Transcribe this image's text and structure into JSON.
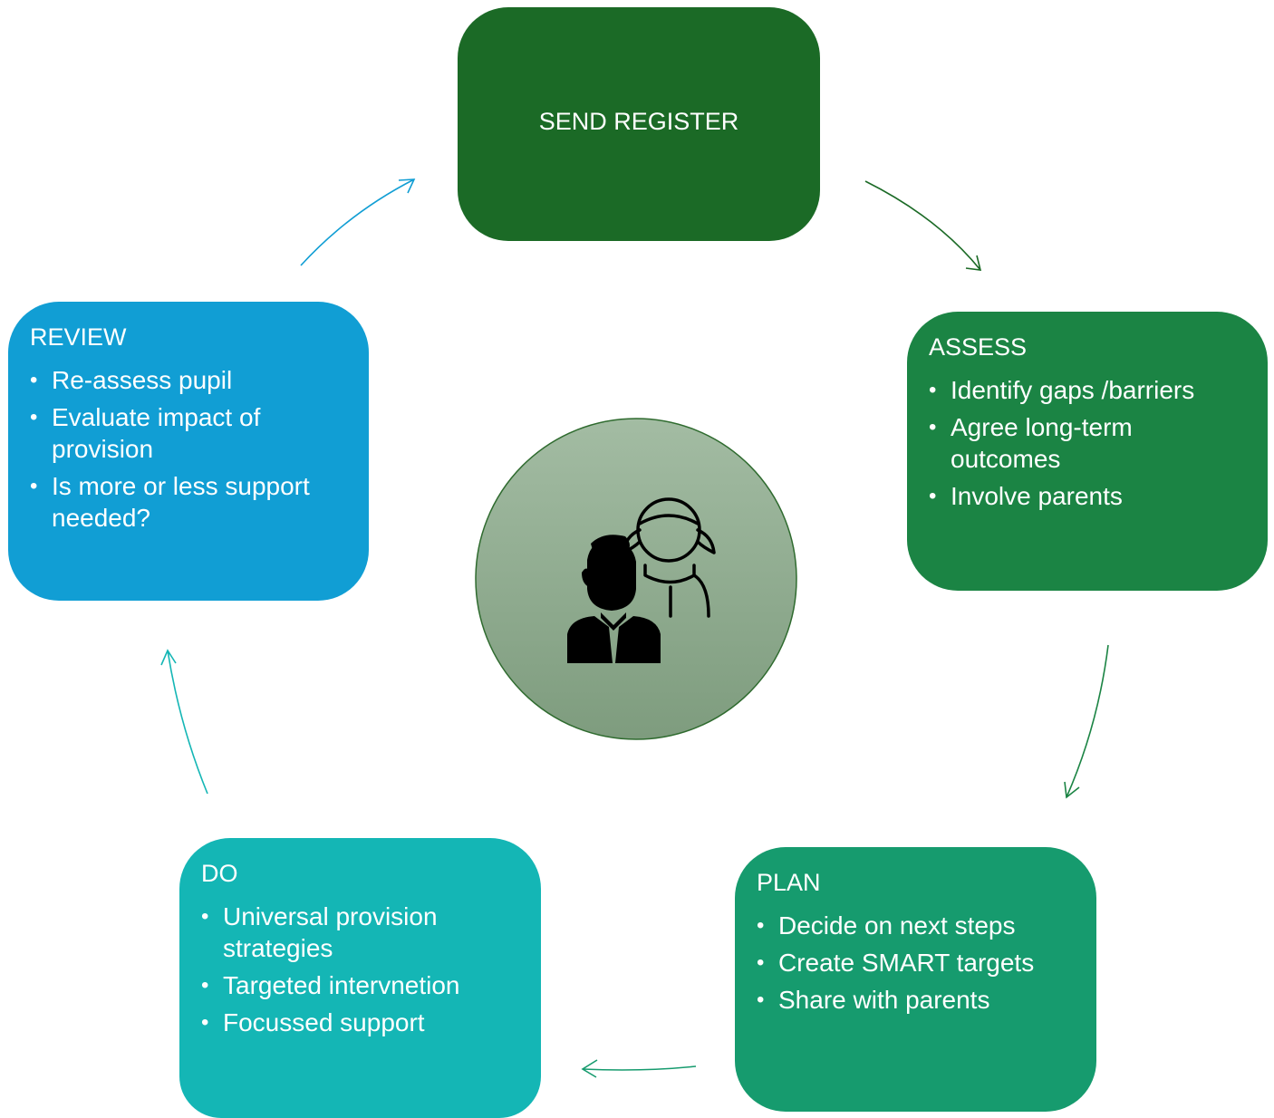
{
  "send": {
    "title": "SEND REGISTER"
  },
  "assess": {
    "title": "ASSESS",
    "items": [
      "Identify gaps /barriers",
      "Agree long-term outcomes",
      "Involve parents"
    ]
  },
  "plan": {
    "title": "PLAN",
    "items": [
      "Decide on next steps",
      "Create SMART targets",
      "Share with parents"
    ]
  },
  "do": {
    "title": "DO",
    "items": [
      "Universal provision strategies",
      "Targeted intervnetion",
      "Focussed support"
    ]
  },
  "review": {
    "title": "REVIEW",
    "items": [
      "Re-assess pupil",
      "Evaluate impact of provision",
      "Is more or less support needed?"
    ]
  },
  "center": {
    "icon": "children-icon"
  },
  "colors": {
    "send": "#1b6a26",
    "assess": "#1b8444",
    "plan": "#169b6e",
    "do": "#14b6b5",
    "review": "#119ed4"
  }
}
